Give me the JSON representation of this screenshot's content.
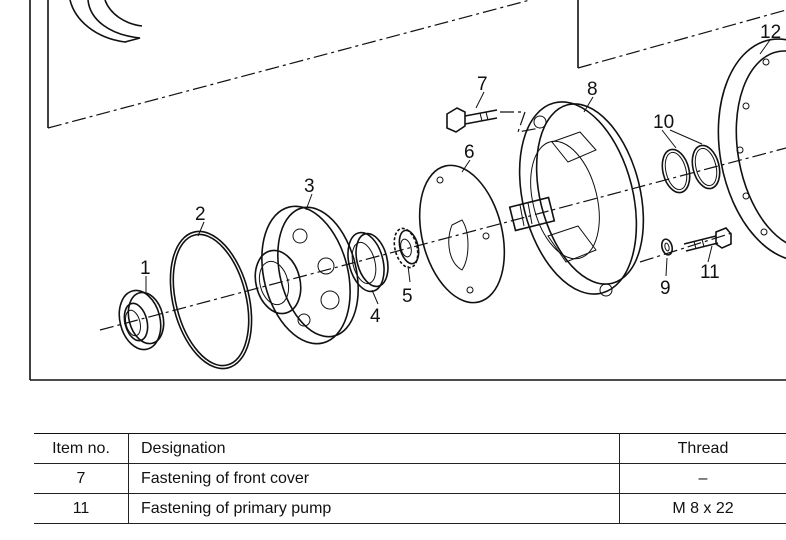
{
  "diagram": {
    "callouts": [
      "1",
      "2",
      "3",
      "4",
      "5",
      "6",
      "7",
      "8",
      "9",
      "10",
      "11",
      "12"
    ]
  },
  "table": {
    "headers": [
      "Item no.",
      "Designation",
      "Thread"
    ],
    "rows": [
      [
        "7",
        "Fastening of front cover",
        "–"
      ],
      [
        "11",
        "Fastening of primary pump",
        "M 8 x 22"
      ]
    ]
  }
}
